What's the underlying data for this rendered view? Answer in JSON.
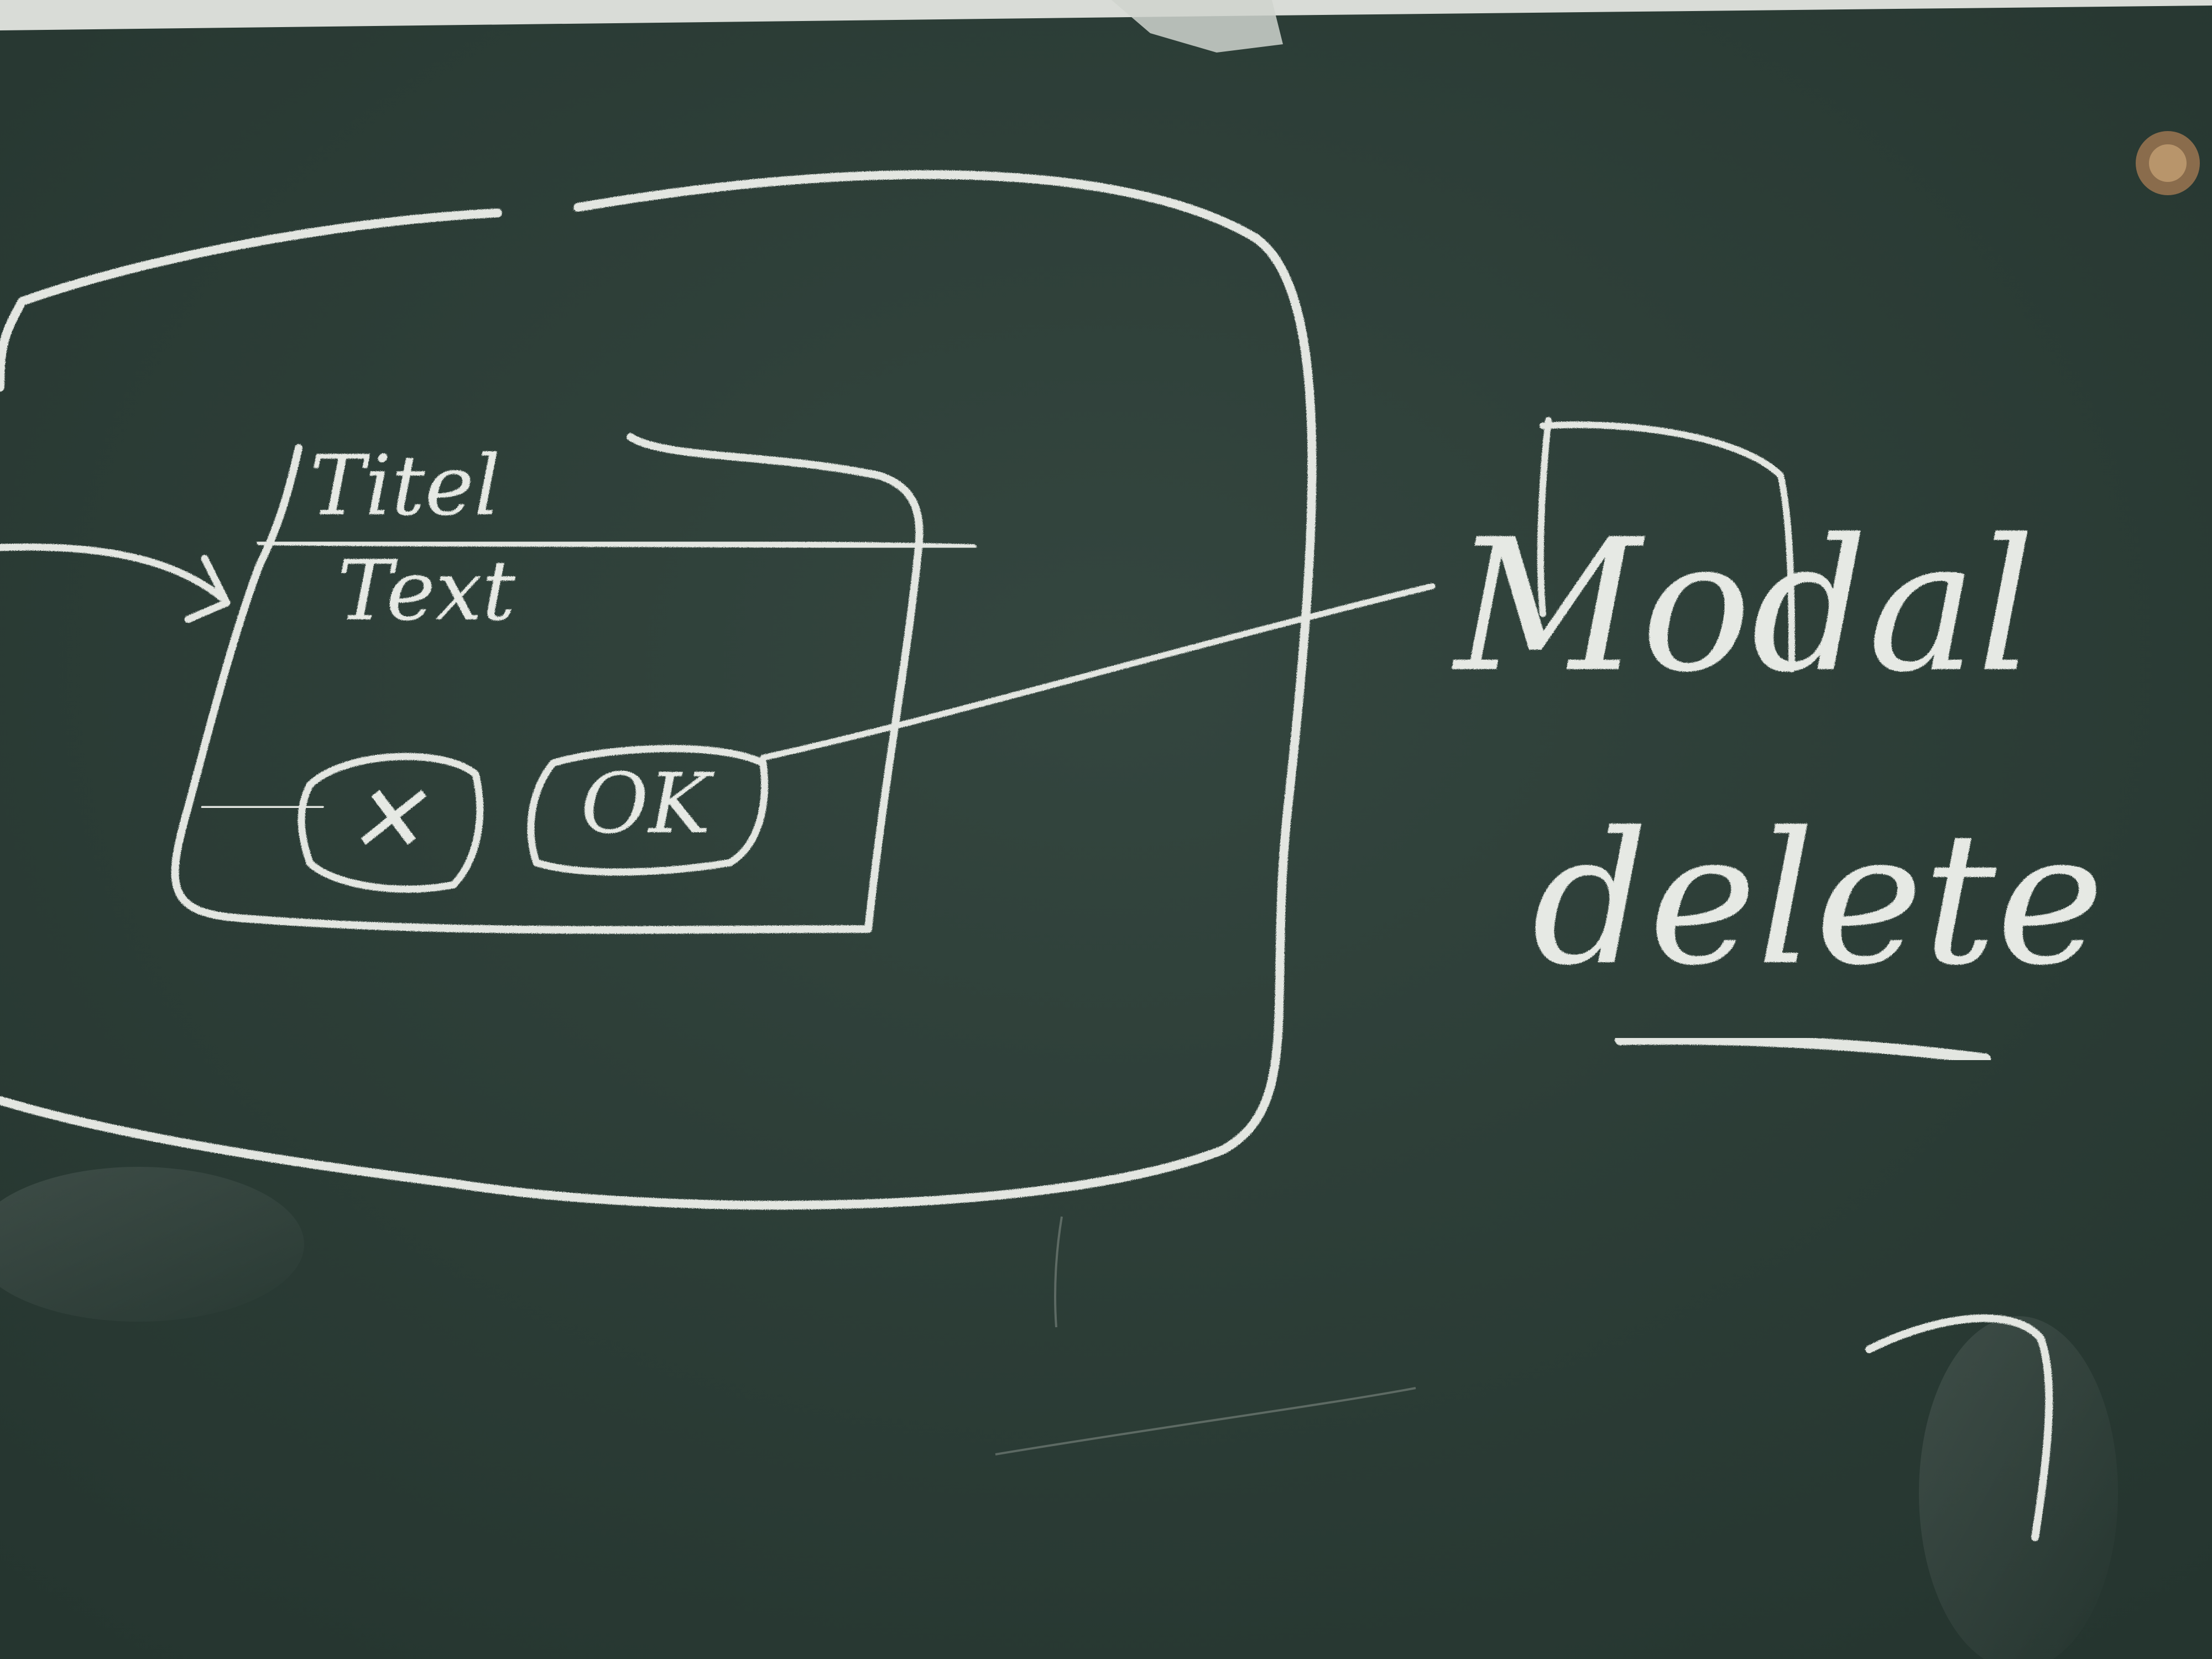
{
  "board": {
    "color": "#2c3e38",
    "chalk_color": "#e3e6e1"
  },
  "sketch": {
    "dialog_title": "Titel",
    "dialog_subtitle": "Text",
    "cancel_button": "✕",
    "ok_button": "OK"
  },
  "side_notes": {
    "word_1": "Modal",
    "word_2": "delete"
  }
}
